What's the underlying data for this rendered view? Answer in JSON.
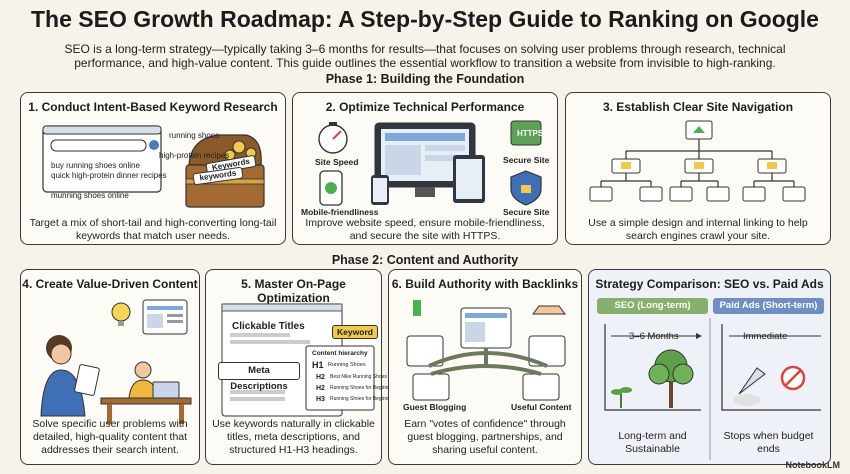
{
  "title": "The SEO Growth Roadmap: A Step-by-Step Guide to Ranking on Google",
  "intro": "SEO is a long-term strategy—typically taking 3–6 months for results—that focuses on solving user problems through research, technical performance, and high-value content. This guide outlines the essential workflow to transition a website from invisible to high-ranking.",
  "phase1": "Phase 1: Building the Foundation",
  "phase2": "Phase 2: Content and Authority",
  "step1": {
    "title": "1. Conduct Intent-Based Keyword Research",
    "queries": [
      "buy running shoes online",
      "quick high-protein dinner recipes",
      "munning shoes online"
    ],
    "chest_labels": [
      "running shoes",
      "high-protein recipes"
    ],
    "tags": [
      "Keywords",
      "keywords"
    ],
    "caption": "Target a mix of short-tail and high-converting long-tail keywords that match user needs."
  },
  "step2": {
    "title": "2. Optimize Technical Performance",
    "labels": [
      "Site Speed",
      "Mobile-friendliness",
      "Secure Site",
      "Secure Site"
    ],
    "https": "HTTPS",
    "caption": "Improve website speed, ensure mobile-friendliness, and secure the site with HTTPS."
  },
  "step3": {
    "title": "3. Establish Clear Site Navigation",
    "caption": "Use a simple design and internal linking to help search engines crawl your site."
  },
  "step4": {
    "title": "4. Create Value-Driven Content",
    "caption": "Solve specific user problems with detailed, high-quality content that addresses their search intent."
  },
  "step5": {
    "title": "5. Master On-Page Optimization",
    "clickable": "Clickable Titles",
    "keyword": "Keyword",
    "meta": "Meta Descriptions",
    "hierarchy_title": "Content hierarchy",
    "h_rows": [
      {
        "h": "H1",
        "text": "Running Shoes"
      },
      {
        "h": "H2",
        "text": "Best Nike Running Shoes"
      },
      {
        "h": "H2",
        "text": "Running Shoes for Beginners"
      },
      {
        "h": "H3",
        "text": "Running Shoes for Beginners"
      }
    ],
    "caption": "Use keywords naturally in clickable titles, meta descriptions, and structured H1-H3 headings."
  },
  "step6": {
    "title": "6. Build Authority with Backlinks",
    "labels": [
      "Guest Blogging",
      "Useful Content"
    ],
    "caption": "Earn \"votes of confidence\" through guest blogging, partnerships, and sharing useful content."
  },
  "compare": {
    "title": "Strategy Comparison: SEO vs. Paid Ads",
    "seo_label": "SEO (Long-term)",
    "paid_label": "Paid Ads (Short-term)",
    "seo_time": "3–6 Months",
    "paid_time": "Immediate",
    "seo_caption": "Long-term and Sustainable",
    "paid_caption": "Stops when budget ends",
    "colors": {
      "seo": "#86b06b",
      "paid": "#6f8fc4"
    }
  },
  "footer": "NotebookLM"
}
